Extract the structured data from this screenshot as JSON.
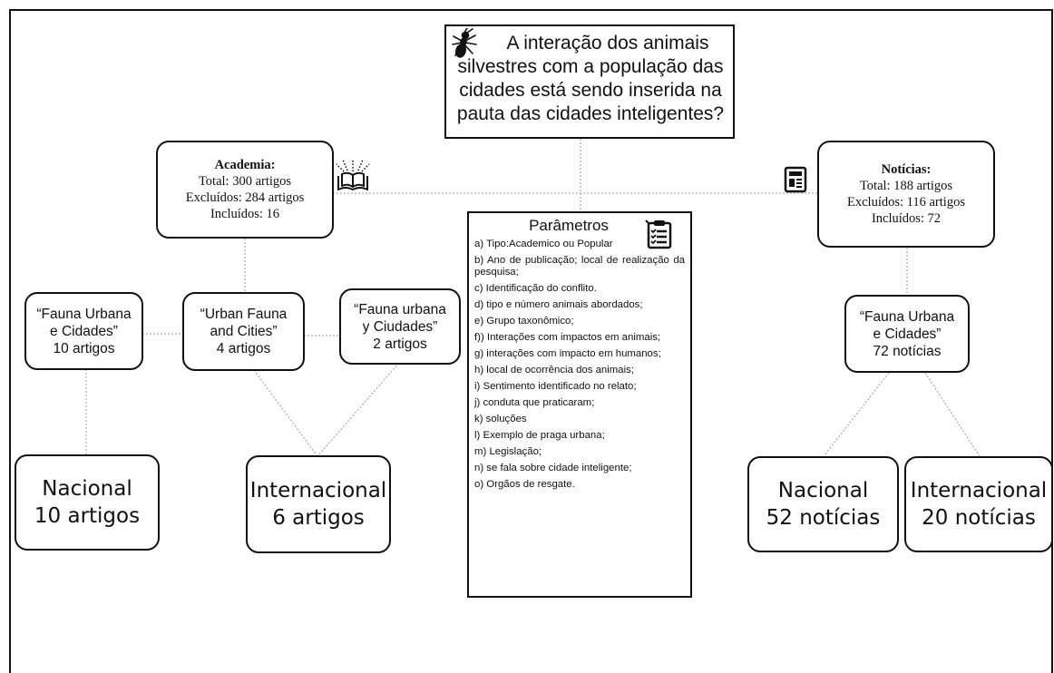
{
  "question": {
    "lines": [
      "A interação dos animais",
      "silvestres com a população das",
      "cidades está sendo inserida na",
      "pauta das cidades inteligentes?"
    ]
  },
  "academia": {
    "title": "Academia:",
    "total": "Total: 300 artigos",
    "excluded": "Excluídos: 284 artigos",
    "included": "Incluídos: 16"
  },
  "noticias": {
    "title": "Notícias:",
    "total": "Total: 188 artigos",
    "excluded": "Excluídos: 116 artigos",
    "included": "Incluídos: 72"
  },
  "keywords": {
    "fauna_urbana_cidades": [
      "“Fauna Urbana",
      "e Cidades”",
      "10 artigos"
    ],
    "urban_fauna": [
      "“Urban Fauna",
      "and Cities”",
      "4 artigos"
    ],
    "fauna_urbana_ciudades": [
      "“Fauna urbana",
      "y Ciudades”",
      "2 artigos"
    ],
    "news_fauna_urbana": [
      "“Fauna Urbana",
      "e Cidades”",
      "72 notícias"
    ]
  },
  "results": {
    "academia_nacional": [
      "Nacional",
      "10 artigos"
    ],
    "academia_internacional": [
      "Internacional",
      "6 artigos"
    ],
    "news_nacional": [
      "Nacional",
      "52 notícias"
    ],
    "news_internacional": [
      "Internacional",
      "20 notícias"
    ]
  },
  "parameters": {
    "title": "Parâmetros",
    "items": [
      "a) Tipo:Academico ou Popular",
      "b) Ano de publicação; local de realização da pesquisa;",
      "c) Identificação do conflito.",
      "d) tipo e número animais abordados;",
      "e) Grupo taxonômico;",
      "f)) Interações com impactos em animais;",
      "g) interações com impacto em humanos;",
      "h) local de ocorrência dos animais;",
      "i) Sentimento identificado no relato;",
      "j) conduta que praticaram;",
      "k) soluções",
      "l) Exemplo de praga urbana;",
      "m) Legislação;",
      "n) se fala sobre cidade inteligente;",
      "o) Orgãos de resgate."
    ]
  },
  "icons": [
    "ant-icon",
    "open-book-icon",
    "newspaper-icon",
    "clipboard-icon"
  ]
}
